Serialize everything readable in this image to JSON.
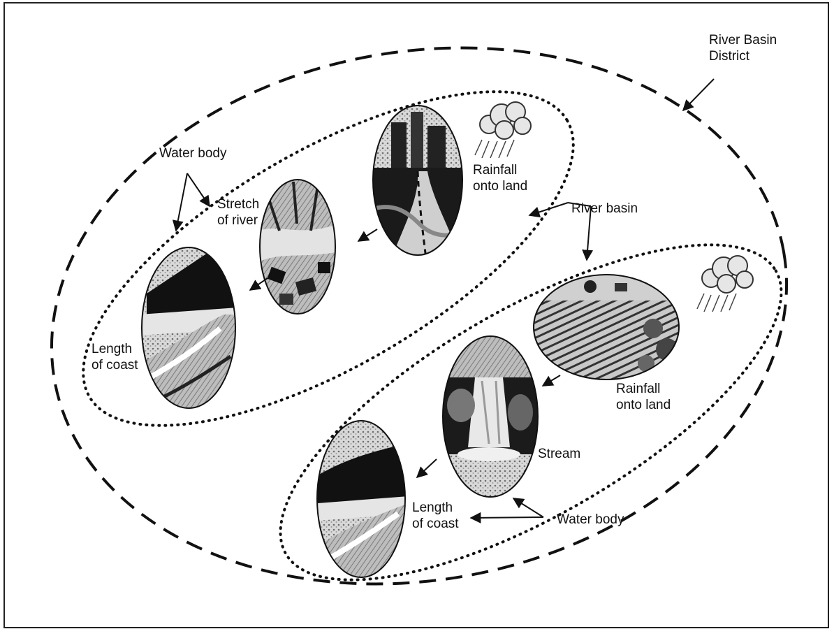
{
  "labels": {
    "district": [
      "River Basin",
      "District"
    ],
    "water_body_top": "Water body",
    "stretch_of_river": [
      "Stretch",
      "of river"
    ],
    "rainfall_top": [
      "Rainfall",
      "onto land"
    ],
    "river_basin": "River basin",
    "length_coast_top": [
      "Length",
      "of coast"
    ],
    "rainfall_bottom": [
      "Rainfall",
      "onto land"
    ],
    "stream": "Stream",
    "length_coast_bottom": [
      "Length",
      "of coast"
    ],
    "water_body_bottom": "Water body"
  },
  "scenes": [
    {
      "name": "city-road-scene-icon"
    },
    {
      "name": "river-stretch-scene-icon"
    },
    {
      "name": "coast-scene-top-icon"
    },
    {
      "name": "farmland-scene-icon"
    },
    {
      "name": "waterfall-stream-scene-icon"
    },
    {
      "name": "coast-scene-bottom-icon"
    }
  ],
  "colors": {
    "ink": "#111111",
    "background": "#ffffff"
  }
}
